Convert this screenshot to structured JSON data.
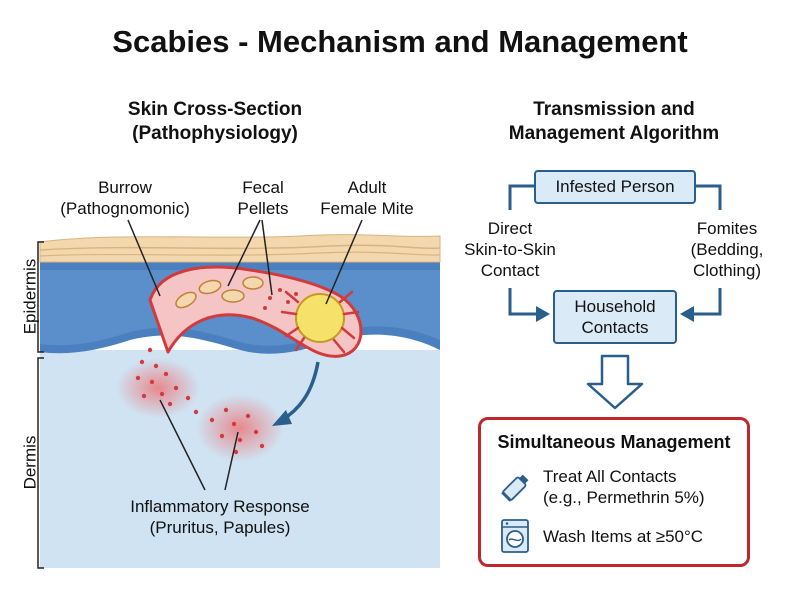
{
  "title": "Scabies - Mechanism and Management",
  "left": {
    "subtitle_line1": "Skin Cross-Section",
    "subtitle_line2": "(Pathophysiology)",
    "burrow_line1": "Burrow",
    "burrow_line2": "(Pathognomonic)",
    "fecal_line1": "Fecal",
    "fecal_line2": "Pellets",
    "mite_line1": "Adult",
    "mite_line2": "Female Mite",
    "layer_epidermis": "Epidermis",
    "layer_dermis": "Dermis",
    "response_line1": "Inflammatory Response",
    "response_line2": "(Pruritus, Papules)"
  },
  "right": {
    "subtitle_line1": "Transmission and",
    "subtitle_line2": "Management Algorithm",
    "infested": "Infested Person",
    "direct_line1": "Direct",
    "direct_line2": "Skin-to-Skin",
    "direct_line3": "Contact",
    "fomites_line1": "Fomites",
    "fomites_line2": "(Bedding,",
    "fomites_line3": "Clothing)",
    "household_line1": "Household",
    "household_line2": "Contacts",
    "mgmt_title": "Simultaneous Management",
    "treat_line1": "Treat All Contacts",
    "treat_line2": "(e.g., Permethrin 5%)",
    "wash": "Wash Items at ≥50°C"
  },
  "colors": {
    "dermis": "#cfe3f3",
    "epidermis": "#4a80bf",
    "stratum": "#f3d7ad",
    "burrow": "#f5c4c4",
    "burrow_edge": "#d23b3b",
    "mite": "#f6e16b",
    "box_fill": "#dbeaf7",
    "box_edge": "#2a5e8c",
    "mgmt_border": "#c0272d"
  },
  "icons": {
    "treat": "cream-tube-icon",
    "wash": "washing-machine-icon"
  }
}
